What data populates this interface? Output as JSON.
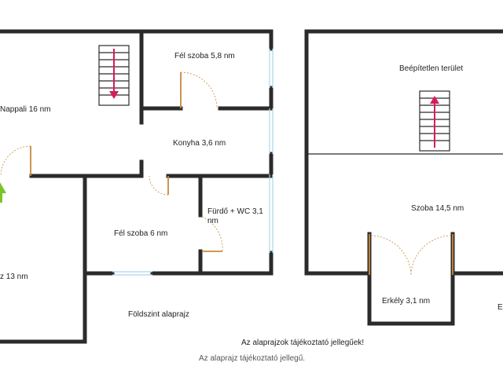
{
  "ground_floor": {
    "caption": "Földszint alaprajz",
    "rooms": {
      "nappali": "Nappali 16 nm",
      "fel_szoba_top": "Fél szoba 5,8 nm",
      "konyha": "Konyha 3,6 nm",
      "furdo_line1": "Fürdő + WC 3,1",
      "furdo_line2": "nm",
      "fel_szoba_bottom": "Fél szoba 6 nm",
      "bottom_left": "z 13 nm"
    }
  },
  "upper_floor": {
    "rooms": {
      "beepitetlen": "Beépítetlen terület",
      "szoba": "Szoba 14,5 nm",
      "erkely": "Erkély 3,1 nm",
      "right_edge": "E"
    }
  },
  "notes": {
    "disclaimer_plural": "Az alaprajzok tájékoztató jellegűek!",
    "disclaimer_singular": "Az alaprajz tájékoztató jellegű."
  },
  "colors": {
    "wall": "#2b2b2b",
    "door": "#c8893a",
    "window": "#a9d8ec",
    "stair_arrow": "#d81b5a",
    "entrance_arrow": "#7cc428"
  }
}
